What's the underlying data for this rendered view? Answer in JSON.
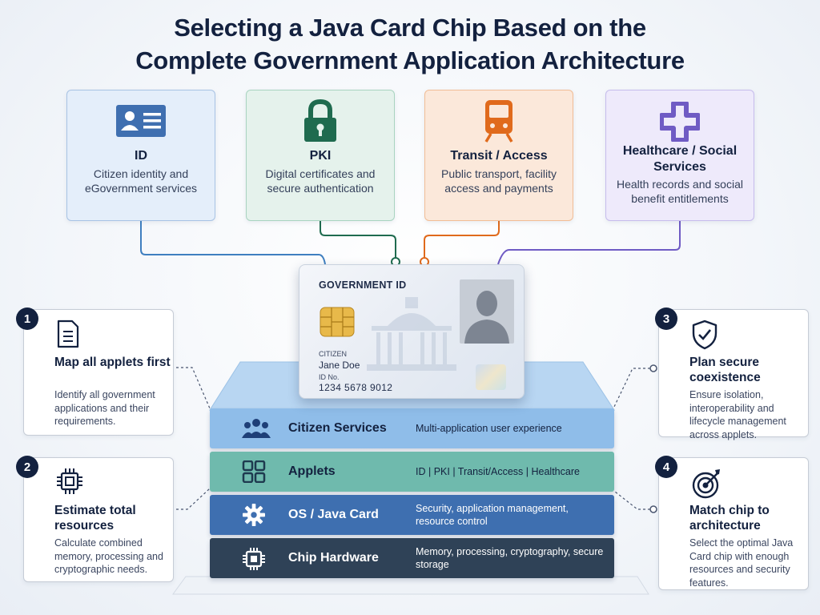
{
  "title": {
    "line1": "Selecting a Java Card Chip Based on the",
    "line2": "Complete Government Application Architecture"
  },
  "apps": [
    {
      "title": "ID",
      "desc": "Citizen identity and eGovernment services",
      "icon": "id-card-icon",
      "color": "#3f6fb0",
      "bg": "#e4eefa",
      "border": "#a8c3e4"
    },
    {
      "title": "PKI",
      "desc": "Digital certificates and secure authentication",
      "icon": "padlock-icon",
      "color": "#1f6b4f",
      "bg": "#e5f2ec",
      "border": "#a9d4c0"
    },
    {
      "title": "Transit / Access",
      "desc": "Public transport, facility access and payments",
      "icon": "train-icon",
      "color": "#e06a1c",
      "bg": "#fbe8da",
      "border": "#f1bd96"
    },
    {
      "title": "Healthcare / Social Services",
      "desc": "Health records and social benefit entitlements",
      "icon": "medical-cross-icon",
      "color": "#6f5bc4",
      "bg": "#eeeafb",
      "border": "#c6bcec"
    }
  ],
  "card": {
    "label": "GOVERNMENT ID",
    "citizen_label": "CITIZEN",
    "name": "Jane Doe",
    "id_label": "ID No.",
    "id_number": "1234 5678 9012"
  },
  "layers": [
    {
      "name": "Citizen Services",
      "desc": "Multi-application user experience",
      "icon": "people-icon",
      "bg": "#8fbde9",
      "text": "#13213f"
    },
    {
      "name": "Applets",
      "desc": "ID  |  PKI  |  Transit/Access  |  Healthcare",
      "icon": "grid-icon",
      "bg": "#6fbaad",
      "text": "#13213f"
    },
    {
      "name": "OS / Java Card",
      "desc": "Security, application management, resource control",
      "icon": "gear-icon",
      "bg": "#3e6fb0",
      "text": "#ffffff"
    },
    {
      "name": "Chip Hardware",
      "desc": "Memory, processing, cryptography, secure storage",
      "icon": "chip-icon",
      "bg": "#2f4257",
      "text": "#ffffff"
    }
  ],
  "steps": [
    {
      "num": "1",
      "title": "Map all applets first",
      "desc": "Identify all government applications and their requirements.",
      "icon": "document-icon"
    },
    {
      "num": "2",
      "title": "Estimate total resources",
      "desc": "Calculate combined memory, processing and cryptographic needs.",
      "icon": "processor-icon"
    },
    {
      "num": "3",
      "title": "Plan secure coexistence",
      "desc": "Ensure isolation, interoperability and lifecycle management across applets.",
      "icon": "shield-check-icon"
    },
    {
      "num": "4",
      "title": "Match chip to architecture",
      "desc": "Select the optimal Java Card chip with enough resources and security features.",
      "icon": "target-icon"
    }
  ]
}
